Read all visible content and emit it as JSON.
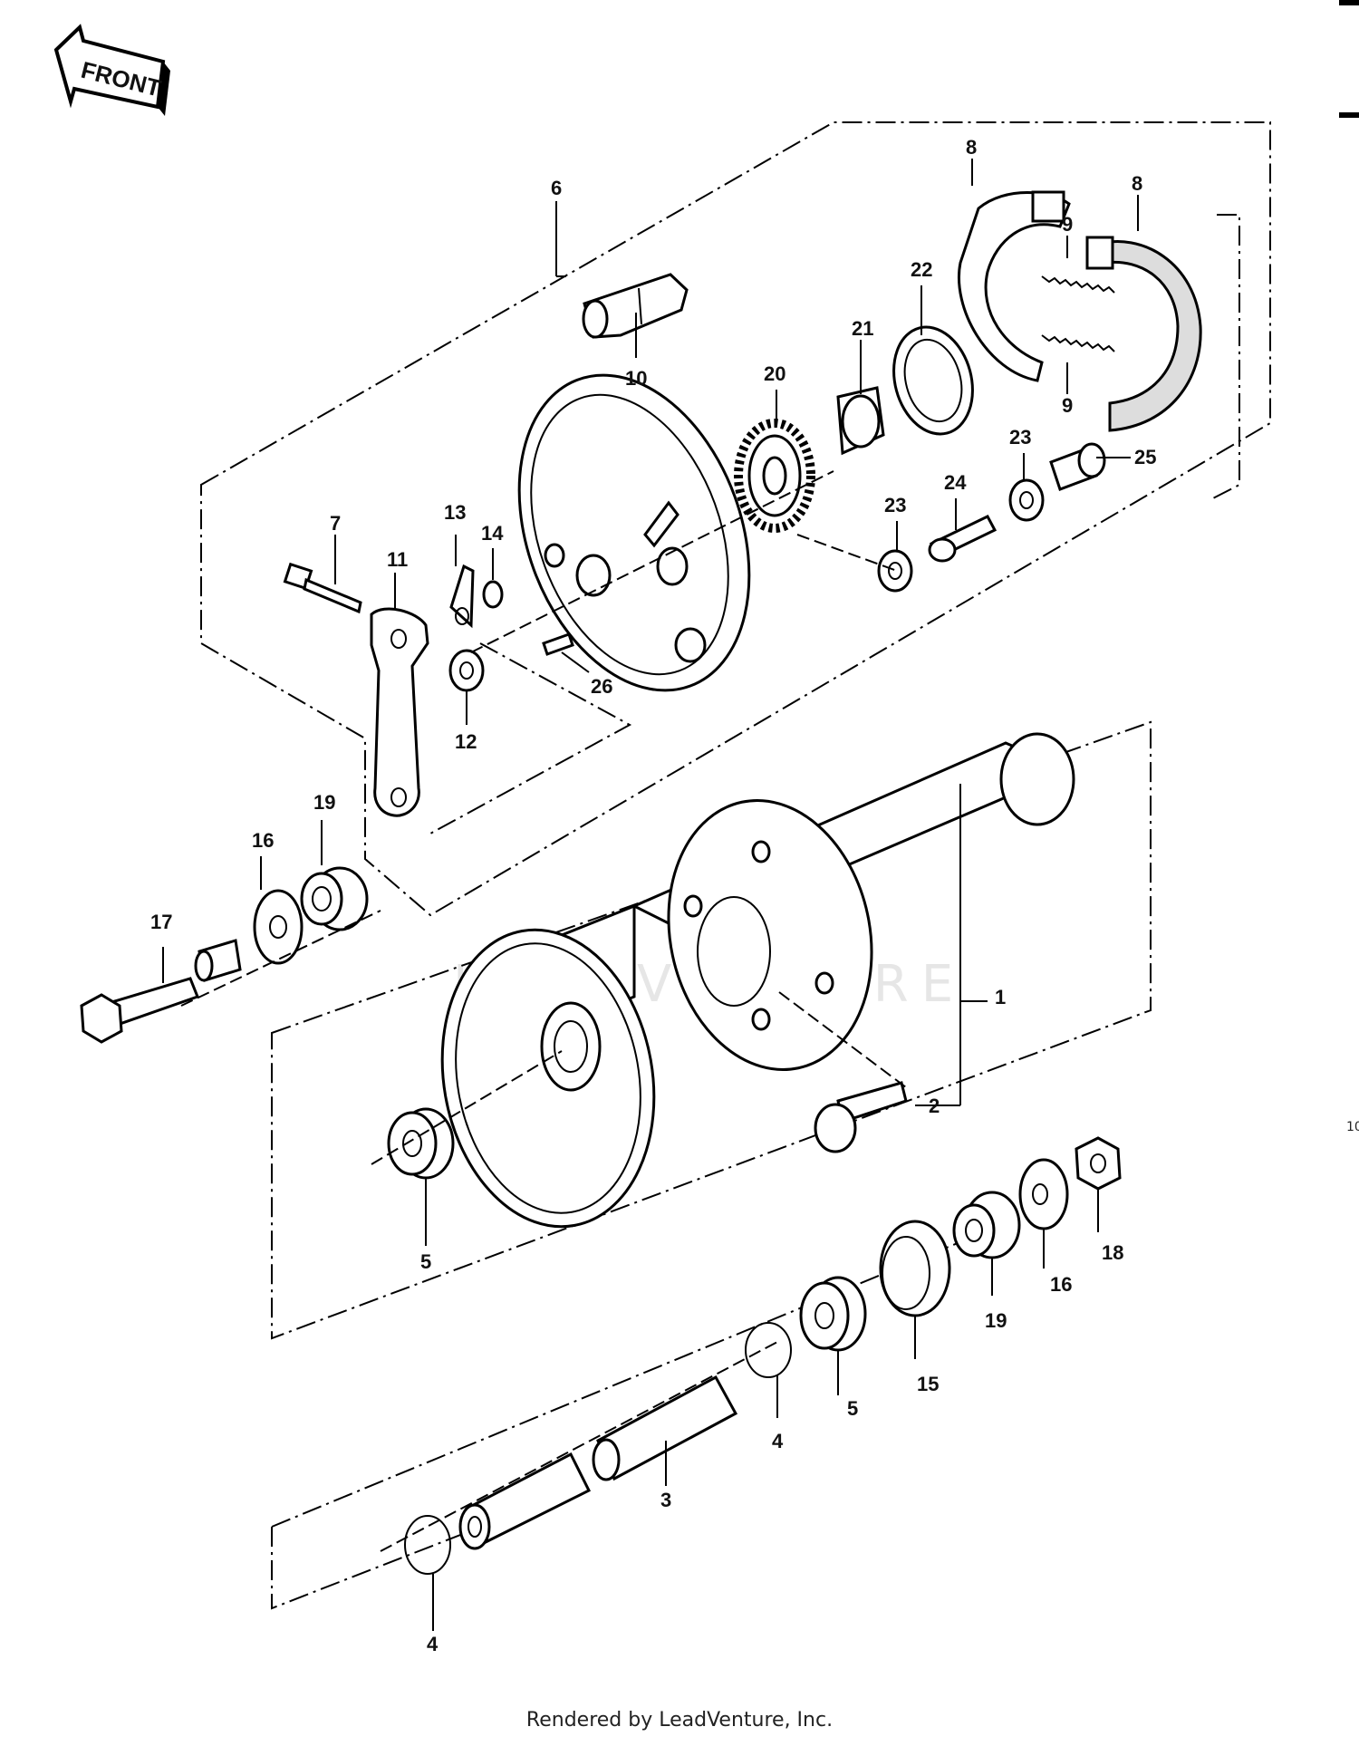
{
  "orientation_label": "FRONT",
  "footer": "Rendered by LeadVenture, Inc.",
  "side_page_number": "10",
  "watermark": "LEADVENTURE",
  "colors": {
    "line": "#000000",
    "background": "#ffffff",
    "watermark": "#e6e6e6"
  },
  "callouts": {
    "c1": "1",
    "c2": "2",
    "c3": "3",
    "c4a": "4",
    "c4b": "4",
    "c5a": "5",
    "c5b": "5",
    "c6": "6",
    "c7": "7",
    "c8a": "8",
    "c8b": "8",
    "c9a": "9",
    "c9b": "9",
    "c10": "10",
    "c11": "11",
    "c12": "12",
    "c13": "13",
    "c14": "14",
    "c15": "15",
    "c16a": "16",
    "c16b": "16",
    "c17": "17",
    "c18": "18",
    "c19a": "19",
    "c19b": "19",
    "c20": "20",
    "c21": "21",
    "c22": "22",
    "c23a": "23",
    "c23b": "23",
    "c24": "24",
    "c25": "25",
    "c26": "26"
  }
}
